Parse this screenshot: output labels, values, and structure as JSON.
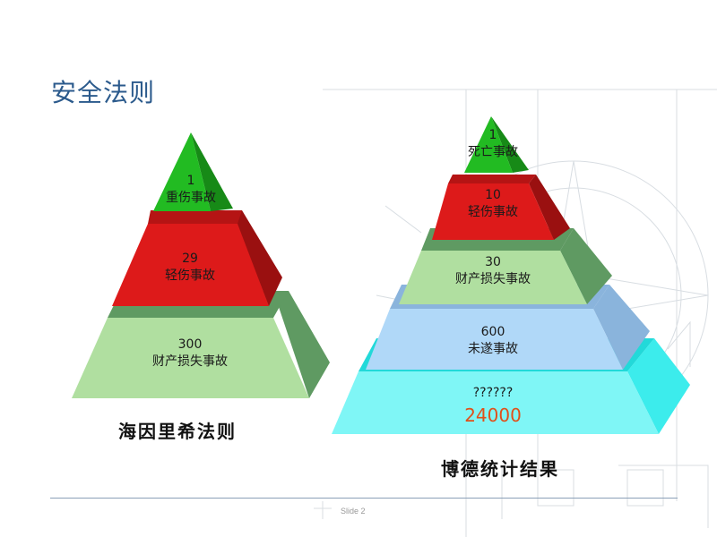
{
  "slide_title": "安全法则",
  "left_pyramid": {
    "caption": "海因里希法则",
    "levels": [
      {
        "count": "1",
        "label": "重伤事故",
        "color": "#22bb22"
      },
      {
        "count": "29",
        "label": "轻伤事故",
        "color": "#dd1a1a"
      },
      {
        "count": "300",
        "label": "财产损失事故",
        "color": "#b0dfa0"
      }
    ]
  },
  "right_pyramid": {
    "caption": "博德统计结果",
    "levels": [
      {
        "count": "1",
        "label": "死亡事故",
        "color": "#22bb22"
      },
      {
        "count": "10",
        "label": "轻伤事故",
        "color": "#dd1a1a"
      },
      {
        "count": "30",
        "label": "财产损失事故",
        "color": "#b0dfa0"
      },
      {
        "count": "600",
        "label": "未遂事故",
        "color": "#b0d8f8"
      },
      {
        "count": "??????",
        "label": "24000",
        "color": "#7ff6f6"
      }
    ]
  },
  "footer": {
    "slide_label": "Slide 2"
  }
}
